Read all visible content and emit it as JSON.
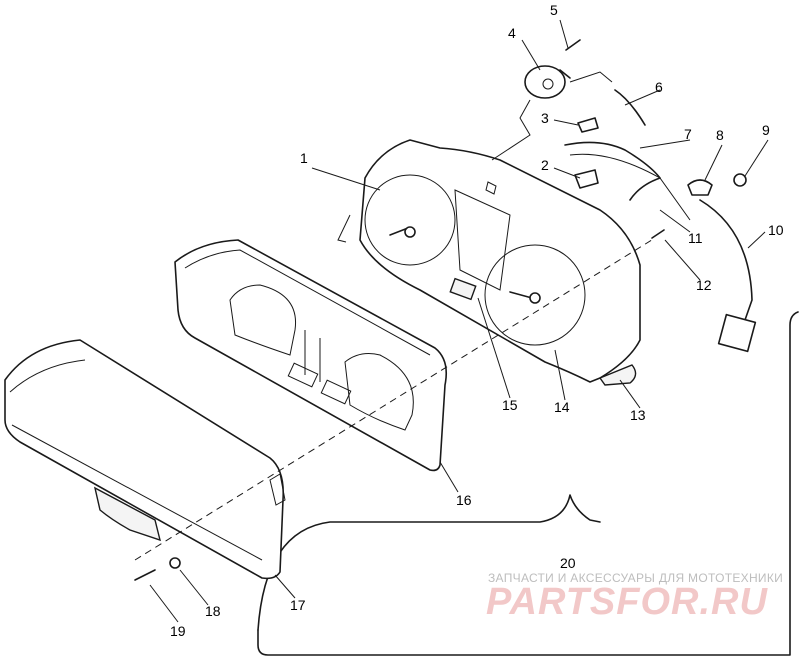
{
  "callouts": [
    {
      "id": "1",
      "label": "1"
    },
    {
      "id": "2",
      "label": "2"
    },
    {
      "id": "3",
      "label": "3"
    },
    {
      "id": "4",
      "label": "4"
    },
    {
      "id": "5",
      "label": "5"
    },
    {
      "id": "6",
      "label": "6"
    },
    {
      "id": "7",
      "label": "7"
    },
    {
      "id": "8",
      "label": "8"
    },
    {
      "id": "9",
      "label": "9"
    },
    {
      "id": "10",
      "label": "10"
    },
    {
      "id": "11",
      "label": "11"
    },
    {
      "id": "12",
      "label": "12"
    },
    {
      "id": "13",
      "label": "13"
    },
    {
      "id": "14",
      "label": "14"
    },
    {
      "id": "15",
      "label": "15"
    },
    {
      "id": "16",
      "label": "16"
    },
    {
      "id": "17",
      "label": "17"
    },
    {
      "id": "18",
      "label": "18"
    },
    {
      "id": "19",
      "label": "19"
    },
    {
      "id": "20",
      "label": "20"
    }
  ],
  "watermark": {
    "line1": "ЗАПЧАСТИ И АКСЕССУАРЫ ДЛЯ МОТОТЕХНИКИ",
    "line2": "PARTSFOR.RU",
    "color": "#f2c8c8"
  }
}
